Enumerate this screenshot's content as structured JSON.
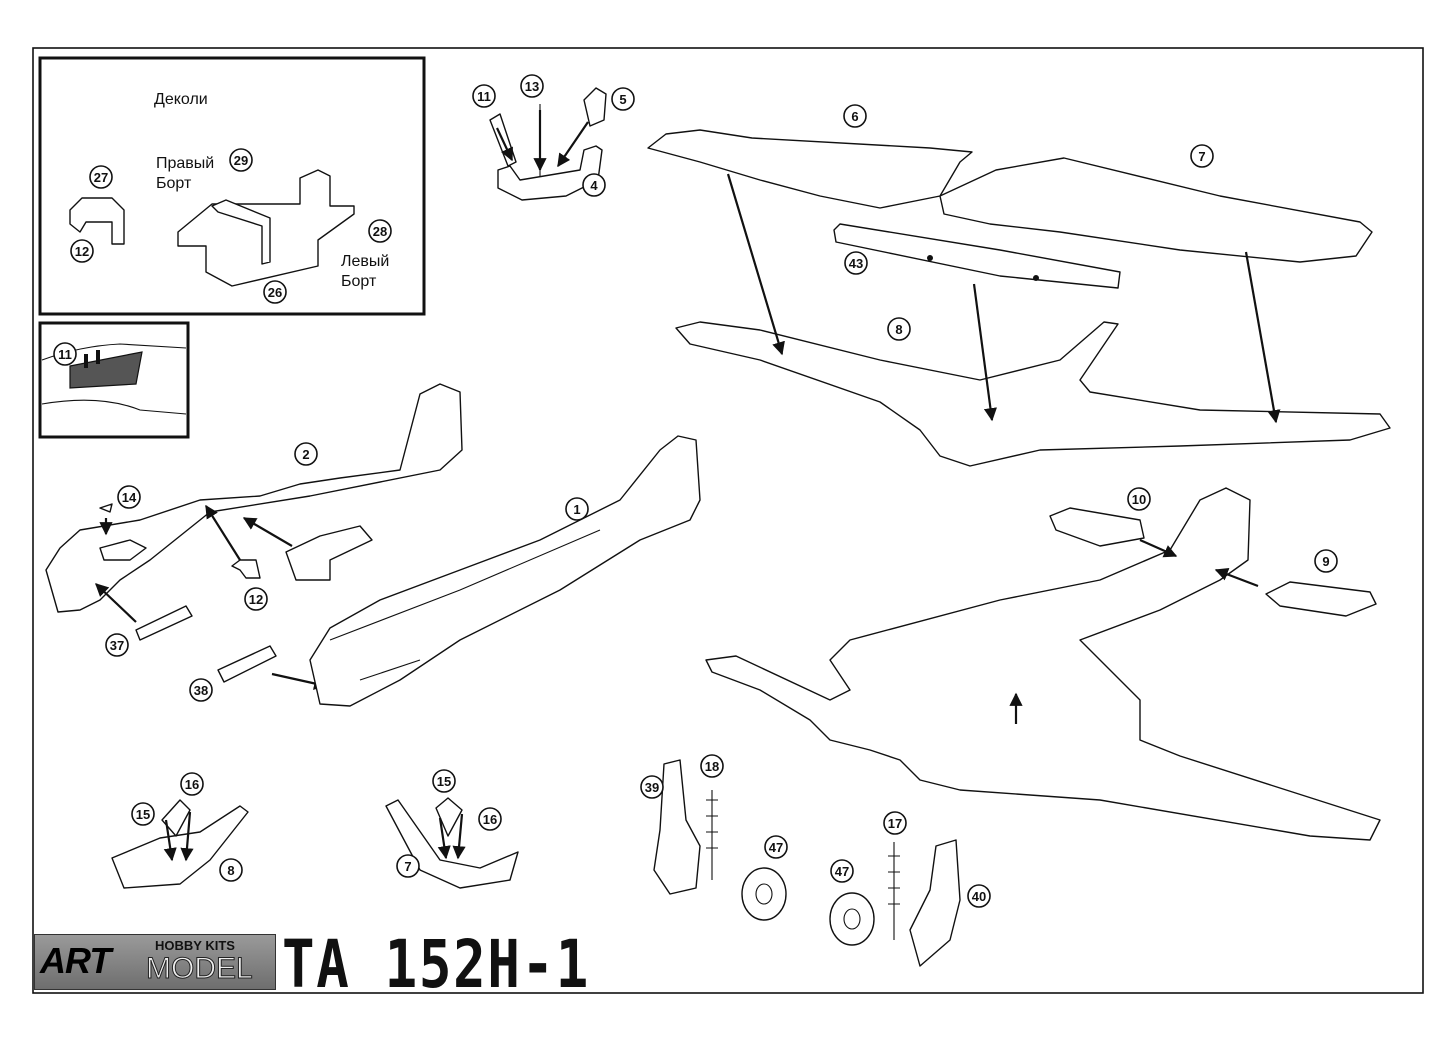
{
  "inset": {
    "decals_title": "Деколи",
    "right_side_label": "Правый\nБорт",
    "left_side_label": "Левый\nБорт",
    "parts": [
      "27",
      "29",
      "28",
      "12",
      "26"
    ]
  },
  "inset_detail": {
    "parts": [
      "11"
    ]
  },
  "callouts": {
    "p1": "1",
    "p2": "2",
    "p4": "4",
    "p5": "5",
    "p6": "6",
    "p7": "7",
    "p8": "8",
    "p9": "9",
    "p10": "10",
    "p11": "11",
    "p12": "12",
    "p13": "13",
    "p14": "14",
    "p15a": "15",
    "p15b": "15",
    "p16a": "16",
    "p16b": "16",
    "p17": "17",
    "p18": "18",
    "p37": "37",
    "p38": "38",
    "p39": "39",
    "p40": "40",
    "p43": "43",
    "p47a": "47",
    "p47b": "47",
    "p8b": "8",
    "p7b": "7"
  },
  "brand": {
    "art": "ART",
    "hobby_kits": "HOBBY KITS",
    "model": "MODEL",
    "title": "TA 152H-1"
  }
}
